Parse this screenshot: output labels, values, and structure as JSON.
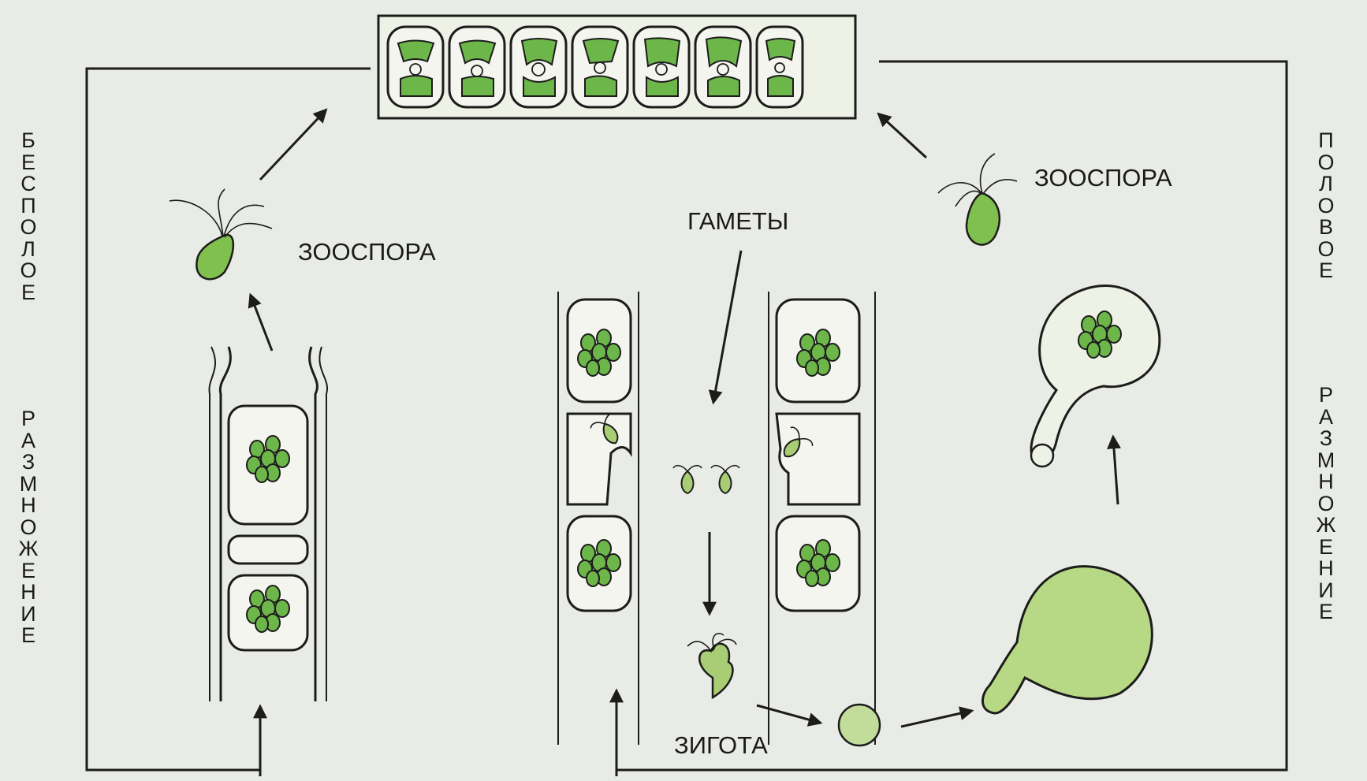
{
  "labels": {
    "zoospore_left": "ЗООСПОРА",
    "zoospore_right": "ЗООСПОРА",
    "gametes": "ГАМЕТЫ",
    "zygote": "ЗИГОТА"
  },
  "side_labels": {
    "left_line1": "Б\nЕ\nС\nП\nО\nЛ\nО\nЕ",
    "left_line2": "Р\nА\nЗ\nМ\nН\nО\nЖ\nЕ\nН\nИ\nЕ",
    "right_line1": "П\nО\nЛ\nО\nВ\nО\nЕ",
    "right_line2": "Р\nА\nЗ\nМ\nН\nО\nЖ\nЕ\nН\nИ\nЕ"
  },
  "colors": {
    "chloroplast": "#6db64a",
    "chloroplast_light": "#bcd88c",
    "cell_fill": "#eef2e6",
    "outline": "#1c1c1c",
    "background": "#e9ece6"
  }
}
